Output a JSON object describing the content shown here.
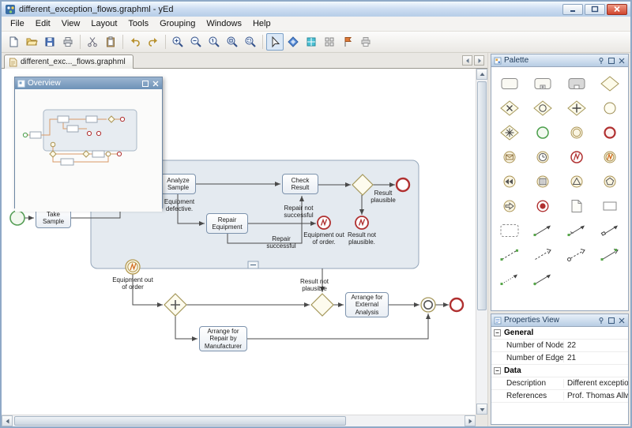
{
  "window": {
    "title": "different_exception_flows.graphml - yEd"
  },
  "menu": {
    "items": [
      "File",
      "Edit",
      "View",
      "Layout",
      "Tools",
      "Grouping",
      "Windows",
      "Help"
    ]
  },
  "toolbar": {
    "items": [
      "new-document",
      "open",
      "save",
      "print",
      "cut",
      "paste",
      "undo",
      "redo",
      "zoom-in",
      "zoom-out",
      "zoom-actual-size",
      "fit-content",
      "zoom-area",
      "edit-mode",
      "hierarchic-layout",
      "modules",
      "grid",
      "snap-lines",
      "print-preview"
    ]
  },
  "tabbar": {
    "active_tab": "different_exc..._flows.graphml"
  },
  "overview": {
    "title": "Overview"
  },
  "palette": {
    "title": "Palette",
    "items": [
      "task",
      "subprocess",
      "collapsed-subprocess",
      "gateway",
      "exclusive-gateway",
      "event-based-gateway",
      "parallel-gateway",
      "event",
      "complex-gateway",
      "start-event",
      "intermediate-event",
      "end-event",
      "message-event",
      "timer-event",
      "error-event",
      "signal-throw-event",
      "compensation-event",
      "conditional-event",
      "signal-event",
      "multiple-event",
      "link-event",
      "terminate-event",
      "data-object",
      "text-annotation",
      "group",
      "sequence-flow",
      "default-flow",
      "conditional-flow",
      "association",
      "directed-association",
      "message-flow",
      "link-edge",
      "dotted-edge",
      "plain-edge"
    ]
  },
  "properties": {
    "title": "Properties View",
    "sections": [
      {
        "label": "General",
        "rows": [
          {
            "label": "Number of Nodes",
            "value": "22"
          },
          {
            "label": "Number of Edges",
            "value": "21"
          }
        ]
      },
      {
        "label": "Data",
        "rows": [
          {
            "label": "Description",
            "value": "Different exceptio..."
          },
          {
            "label": "References",
            "value": "Prof. Thomas Allwe..."
          }
        ]
      }
    ]
  },
  "diagram": {
    "nodes": {
      "take_sample": "Take Sample",
      "analyze_sample": "Analyze Sample",
      "check_result": "Check Result",
      "repair_equipment": "Repair Equipment",
      "arrange_external_analysis": "Arrange for External Analysis",
      "arrange_repair_manufacturer": "Arrange for Repair by Manufacturer"
    },
    "labels": {
      "equipment_defective": "Equipment defective.",
      "repair_not_successful": "Repair not successful",
      "repair_successful": "Repair successful",
      "result_plausible": "Result plausible",
      "equipment_out_of_order_error": "Equipment out of order.",
      "result_not_plausible_error": "Result not plausible.",
      "equipment_out_of_order": "Equipment out of order",
      "result_not_plausible": "Result not plausible"
    }
  }
}
